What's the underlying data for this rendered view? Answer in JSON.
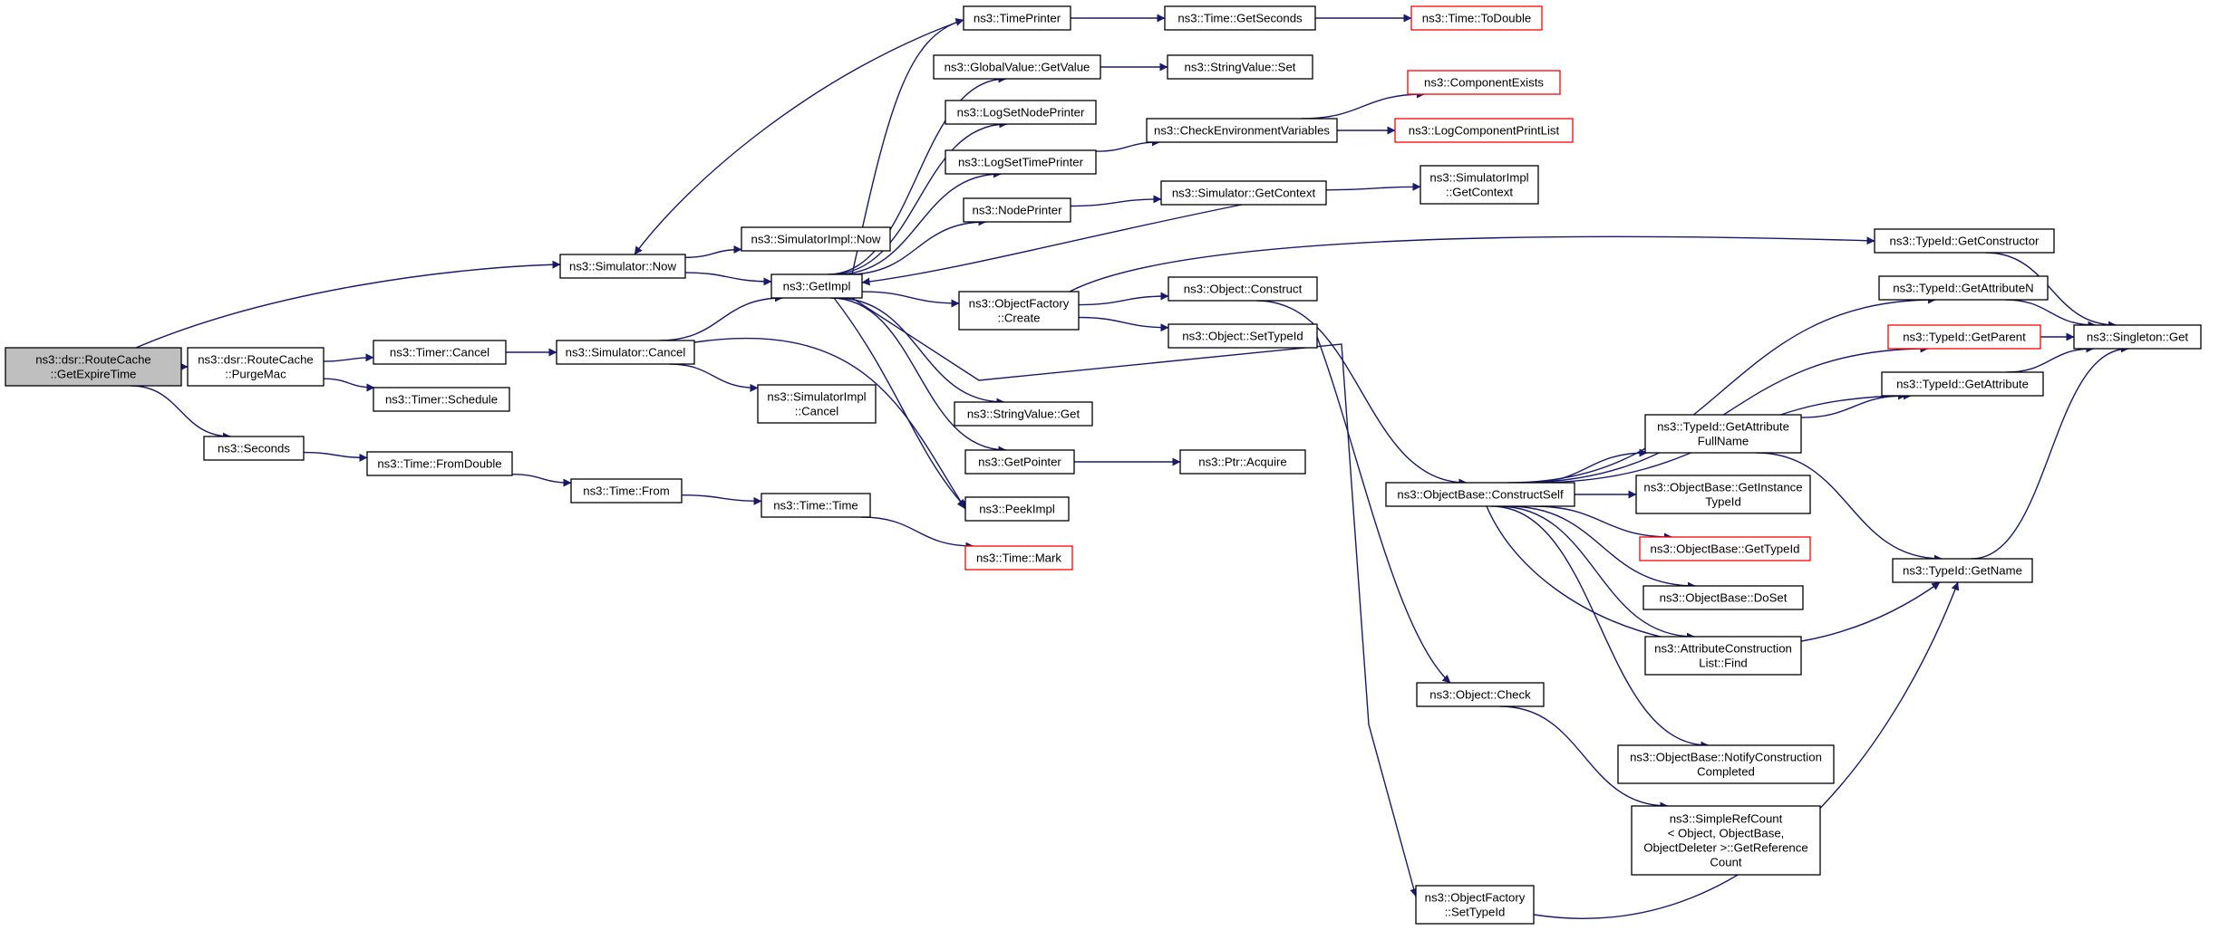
{
  "graph": {
    "edge_color": "#191970",
    "truncated_border_color": "#ff0000",
    "root_fill": "#bfbfbf",
    "nodes": [
      {
        "id": "root",
        "lines": [
          "ns3::dsr::RouteCache",
          "::GetExpireTime"
        ],
        "root": true
      },
      {
        "id": "purgemac",
        "lines": [
          "ns3::dsr::RouteCache",
          "::PurgeMac"
        ]
      },
      {
        "id": "seconds",
        "lines": [
          "ns3::Seconds"
        ]
      },
      {
        "id": "simnow",
        "lines": [
          "ns3::Simulator::Now"
        ]
      },
      {
        "id": "timercancel",
        "lines": [
          "ns3::Timer::Cancel"
        ]
      },
      {
        "id": "timerschedule",
        "lines": [
          "ns3::Timer::Schedule"
        ]
      },
      {
        "id": "timefromdouble",
        "lines": [
          "ns3::Time::FromDouble"
        ]
      },
      {
        "id": "simcancel",
        "lines": [
          "ns3::Simulator::Cancel"
        ]
      },
      {
        "id": "timefrom",
        "lines": [
          "ns3::Time::From"
        ]
      },
      {
        "id": "simimplnow",
        "lines": [
          "ns3::SimulatorImpl::Now"
        ]
      },
      {
        "id": "getimpl",
        "lines": [
          "ns3::GetImpl"
        ]
      },
      {
        "id": "simimplcancel",
        "lines": [
          "ns3::SimulatorImpl",
          "::Cancel"
        ]
      },
      {
        "id": "timetime",
        "lines": [
          "ns3::Time::Time"
        ]
      },
      {
        "id": "timeprinter",
        "lines": [
          "ns3::TimePrinter"
        ]
      },
      {
        "id": "globalvalue",
        "lines": [
          "ns3::GlobalValue::GetValue"
        ]
      },
      {
        "id": "lognodeprinter",
        "lines": [
          "ns3::LogSetNodePrinter"
        ]
      },
      {
        "id": "logtimeprinter",
        "lines": [
          "ns3::LogSetTimePrinter"
        ]
      },
      {
        "id": "nodeprinter",
        "lines": [
          "ns3::NodePrinter"
        ]
      },
      {
        "id": "objfactorycreate",
        "lines": [
          "ns3::ObjectFactory",
          "::Create"
        ]
      },
      {
        "id": "stringvalueget",
        "lines": [
          "ns3::StringValue::Get"
        ]
      },
      {
        "id": "getpointer",
        "lines": [
          "ns3::GetPointer"
        ]
      },
      {
        "id": "peekimpl",
        "lines": [
          "ns3::PeekImpl"
        ]
      },
      {
        "id": "timemark",
        "lines": [
          "ns3::Time::Mark"
        ],
        "truncated": true
      },
      {
        "id": "timegetseconds",
        "lines": [
          "ns3::Time::GetSeconds"
        ]
      },
      {
        "id": "stringvalueset",
        "lines": [
          "ns3::StringValue::Set"
        ]
      },
      {
        "id": "checkenv",
        "lines": [
          "ns3::CheckEnvironmentVariables"
        ]
      },
      {
        "id": "simgetcontext",
        "lines": [
          "ns3::Simulator::GetContext"
        ]
      },
      {
        "id": "objconstruct",
        "lines": [
          "ns3::Object::Construct"
        ]
      },
      {
        "id": "objsettypeid",
        "lines": [
          "ns3::Object::SetTypeId"
        ]
      },
      {
        "id": "ptracquire",
        "lines": [
          "ns3::Ptr::Acquire"
        ]
      },
      {
        "id": "timetodouble",
        "lines": [
          "ns3::Time::ToDouble"
        ],
        "truncated": true
      },
      {
        "id": "componentexists",
        "lines": [
          "ns3::ComponentExists"
        ],
        "truncated": true
      },
      {
        "id": "logcomponentprint",
        "lines": [
          "ns3::LogComponentPrintList"
        ],
        "truncated": true
      },
      {
        "id": "simimplgetcontext",
        "lines": [
          "ns3::SimulatorImpl",
          "::GetContext"
        ]
      },
      {
        "id": "constructself",
        "lines": [
          "ns3::ObjectBase::ConstructSelf"
        ]
      },
      {
        "id": "objcheck",
        "lines": [
          "ns3::Object::Check"
        ]
      },
      {
        "id": "objfactorysettypeid",
        "lines": [
          "ns3::ObjectFactory",
          "::SetTypeId"
        ]
      },
      {
        "id": "typeidgetattrfull",
        "lines": [
          "ns3::TypeId::GetAttribute",
          "FullName"
        ]
      },
      {
        "id": "getinstancetypeid",
        "lines": [
          "ns3::ObjectBase::GetInstance",
          "TypeId"
        ]
      },
      {
        "id": "objbasegettypeid",
        "lines": [
          "ns3::ObjectBase::GetTypeId"
        ],
        "truncated": true
      },
      {
        "id": "doset",
        "lines": [
          "ns3::ObjectBase::DoSet"
        ]
      },
      {
        "id": "attrconstructionfind",
        "lines": [
          "ns3::AttributeConstruction",
          "List::Find"
        ]
      },
      {
        "id": "notifyconstruction",
        "lines": [
          "ns3::ObjectBase::NotifyConstruction",
          "Completed"
        ]
      },
      {
        "id": "simplerefcount",
        "lines": [
          "ns3::SimpleRefCount",
          "< Object, ObjectBase,",
          "ObjectDeleter >::GetReference",
          "Count"
        ]
      },
      {
        "id": "typeidgetconstructor",
        "lines": [
          "ns3::TypeId::GetConstructor"
        ]
      },
      {
        "id": "typeidgetattrn",
        "lines": [
          "ns3::TypeId::GetAttributeN"
        ]
      },
      {
        "id": "typeidgetparent",
        "lines": [
          "ns3::TypeId::GetParent"
        ],
        "truncated": true
      },
      {
        "id": "typeidgetattr",
        "lines": [
          "ns3::TypeId::GetAttribute"
        ]
      },
      {
        "id": "typeidgetname",
        "lines": [
          "ns3::TypeId::GetName"
        ]
      },
      {
        "id": "singletonget",
        "lines": [
          "ns3::Singleton::Get"
        ]
      }
    ],
    "edges": [
      {
        "from": "root",
        "to": "simnow"
      },
      {
        "from": "root",
        "to": "purgemac"
      },
      {
        "from": "root",
        "to": "seconds"
      },
      {
        "from": "purgemac",
        "to": "timercancel"
      },
      {
        "from": "purgemac",
        "to": "timerschedule"
      },
      {
        "from": "seconds",
        "to": "timefromdouble"
      },
      {
        "from": "simnow",
        "to": "simimplnow"
      },
      {
        "from": "simnow",
        "to": "getimpl"
      },
      {
        "from": "timercancel",
        "to": "simcancel"
      },
      {
        "from": "simcancel",
        "to": "getimpl"
      },
      {
        "from": "simcancel",
        "to": "simimplcancel"
      },
      {
        "from": "simcancel",
        "to": "peekimpl"
      },
      {
        "from": "timefromdouble",
        "to": "timefrom"
      },
      {
        "from": "timefrom",
        "to": "timetime"
      },
      {
        "from": "timetime",
        "to": "timemark"
      },
      {
        "from": "getimpl",
        "to": "timeprinter"
      },
      {
        "from": "getimpl",
        "to": "globalvalue"
      },
      {
        "from": "getimpl",
        "to": "lognodeprinter"
      },
      {
        "from": "getimpl",
        "to": "logtimeprinter"
      },
      {
        "from": "getimpl",
        "to": "nodeprinter"
      },
      {
        "from": "getimpl",
        "to": "objfactorycreate"
      },
      {
        "from": "getimpl",
        "to": "stringvalueget"
      },
      {
        "from": "getimpl",
        "to": "getpointer"
      },
      {
        "from": "getimpl",
        "to": "peekimpl"
      },
      {
        "from": "getimpl",
        "to": "objfactorysettypeid"
      },
      {
        "from": "timeprinter",
        "to": "simnow"
      },
      {
        "from": "timeprinter",
        "to": "timegetseconds"
      },
      {
        "from": "timegetseconds",
        "to": "timetodouble"
      },
      {
        "from": "globalvalue",
        "to": "stringvalueset"
      },
      {
        "from": "logtimeprinter",
        "to": "checkenv"
      },
      {
        "from": "checkenv",
        "to": "componentexists"
      },
      {
        "from": "checkenv",
        "to": "logcomponentprint"
      },
      {
        "from": "nodeprinter",
        "to": "simgetcontext"
      },
      {
        "from": "simgetcontext",
        "to": "getimpl"
      },
      {
        "from": "simgetcontext",
        "to": "simimplgetcontext"
      },
      {
        "from": "objfactorycreate",
        "to": "objconstruct"
      },
      {
        "from": "objfactorycreate",
        "to": "objsettypeid"
      },
      {
        "from": "objfactorycreate",
        "to": "typeidgetconstructor"
      },
      {
        "from": "getpointer",
        "to": "ptracquire"
      },
      {
        "from": "objconstruct",
        "to": "constructself"
      },
      {
        "from": "objsettypeid",
        "to": "objcheck"
      },
      {
        "from": "objcheck",
        "to": "simplerefcount"
      },
      {
        "from": "constructself",
        "to": "typeidgetattrn"
      },
      {
        "from": "constructself",
        "to": "typeidgetparent"
      },
      {
        "from": "constructself",
        "to": "typeidgetattr"
      },
      {
        "from": "constructself",
        "to": "typeidgetattrfull"
      },
      {
        "from": "constructself",
        "to": "getinstancetypeid"
      },
      {
        "from": "constructself",
        "to": "objbasegettypeid"
      },
      {
        "from": "constructself",
        "to": "doset"
      },
      {
        "from": "constructself",
        "to": "attrconstructionfind"
      },
      {
        "from": "constructself",
        "to": "notifyconstruction"
      },
      {
        "from": "constructself",
        "to": "typeidgetname"
      },
      {
        "from": "typeidgetattrfull",
        "to": "typeidgetattr"
      },
      {
        "from": "typeidgetattrfull",
        "to": "typeidgetname"
      },
      {
        "from": "typeidgetconstructor",
        "to": "singletonget"
      },
      {
        "from": "typeidgetattrn",
        "to": "singletonget"
      },
      {
        "from": "typeidgetparent",
        "to": "singletonget"
      },
      {
        "from": "typeidgetattr",
        "to": "singletonget"
      },
      {
        "from": "typeidgetname",
        "to": "singletonget"
      },
      {
        "from": "objfactorysettypeid",
        "to": "typeidgetname"
      }
    ]
  }
}
